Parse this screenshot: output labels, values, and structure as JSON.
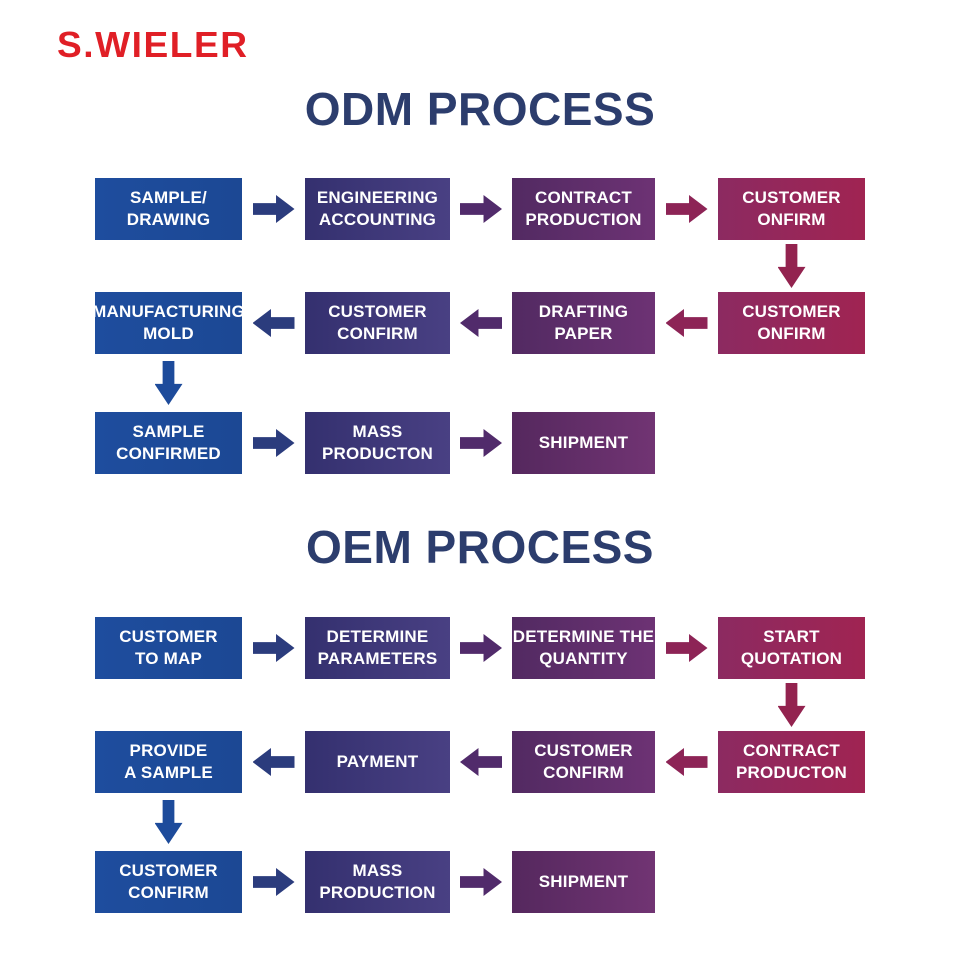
{
  "logo": {
    "text": "S.WIELER",
    "color": "#e01f26"
  },
  "title_color": "#2c3d6d",
  "text_color": "#ffffff",
  "palette": {
    "box": {
      "blue": [
        "#1e4d9e",
        "#1c4894"
      ],
      "indigo": [
        "#34306f",
        "#494083"
      ],
      "purple": [
        "#522a62",
        "#6d3274"
      ],
      "magenta": [
        "#8c2a61",
        "#a02452"
      ],
      "plum": [
        "#55285e",
        "#713473"
      ]
    },
    "arrow": {
      "navy": "#2b3c7d",
      "purple": "#512b6b",
      "magenta": "#8d2456",
      "blue": "#1d4b9b",
      "crimson": "#93234f"
    }
  },
  "sections": [
    {
      "title": "ODM PROCESS",
      "rows": [
        {
          "arrow_dir": "right",
          "arrow_colors": [
            "navy",
            "purple",
            "magenta"
          ],
          "boxes": [
            {
              "lines": [
                "SAMPLE/",
                "DRAWING"
              ],
              "color": "blue"
            },
            {
              "lines": [
                "ENGINEERING",
                "ACCOUNTING"
              ],
              "color": "indigo"
            },
            {
              "lines": [
                "CONTRACT",
                "PRODUCTION"
              ],
              "color": "purple"
            },
            {
              "lines": [
                "CUSTOMER",
                "ONFIRM"
              ],
              "color": "magenta"
            }
          ]
        },
        {
          "arrow_dir": "left",
          "arrow_colors": [
            "navy",
            "purple",
            "magenta"
          ],
          "boxes": [
            {
              "lines": [
                "MANUFACTURING",
                "MOLD"
              ],
              "color": "blue"
            },
            {
              "lines": [
                "CUSTOMER",
                "CONFIRM"
              ],
              "color": "indigo"
            },
            {
              "lines": [
                "DRAFTING",
                "PAPER"
              ],
              "color": "purple"
            },
            {
              "lines": [
                "CUSTOMER",
                "ONFIRM"
              ],
              "color": "magenta"
            }
          ]
        },
        {
          "arrow_dir": "right",
          "arrow_colors": [
            "navy",
            "purple"
          ],
          "boxes": [
            {
              "lines": [
                "SAMPLE",
                "CONFIRMED"
              ],
              "color": "blue"
            },
            {
              "lines": [
                "MASS",
                "PRODUCTON"
              ],
              "color": "indigo"
            },
            {
              "lines": [
                "SHIPMENT"
              ],
              "color": "plum"
            }
          ]
        }
      ],
      "connectors": [
        {
          "gap": 0,
          "col": 3,
          "color": "crimson"
        },
        {
          "gap": 1,
          "col": 0,
          "color": "blue"
        }
      ]
    },
    {
      "title": "OEM PROCESS",
      "rows": [
        {
          "arrow_dir": "right",
          "arrow_colors": [
            "navy",
            "purple",
            "magenta"
          ],
          "boxes": [
            {
              "lines": [
                "CUSTOMER",
                "TO MAP"
              ],
              "color": "blue"
            },
            {
              "lines": [
                "DETERMINE",
                "PARAMETERS"
              ],
              "color": "indigo"
            },
            {
              "lines": [
                "DETERMINE THE",
                "QUANTITY"
              ],
              "color": "purple"
            },
            {
              "lines": [
                "START",
                "QUOTATION"
              ],
              "color": "magenta"
            }
          ]
        },
        {
          "arrow_dir": "left",
          "arrow_colors": [
            "navy",
            "purple",
            "magenta"
          ],
          "boxes": [
            {
              "lines": [
                "PROVIDE",
                "A SAMPLE"
              ],
              "color": "blue"
            },
            {
              "lines": [
                "PAYMENT"
              ],
              "color": "indigo"
            },
            {
              "lines": [
                "CUSTOMER",
                "CONFIRM"
              ],
              "color": "purple"
            },
            {
              "lines": [
                "CONTRACT",
                "PRODUCTON"
              ],
              "color": "magenta"
            }
          ]
        },
        {
          "arrow_dir": "right",
          "arrow_colors": [
            "navy",
            "purple"
          ],
          "boxes": [
            {
              "lines": [
                "CUSTOMER",
                "CONFIRM"
              ],
              "color": "blue"
            },
            {
              "lines": [
                "MASS",
                "PRODUCTION"
              ],
              "color": "indigo"
            },
            {
              "lines": [
                "SHIPMENT"
              ],
              "color": "plum"
            }
          ]
        }
      ],
      "connectors": [
        {
          "gap": 0,
          "col": 3,
          "color": "crimson"
        },
        {
          "gap": 1,
          "col": 0,
          "color": "blue"
        }
      ]
    }
  ]
}
